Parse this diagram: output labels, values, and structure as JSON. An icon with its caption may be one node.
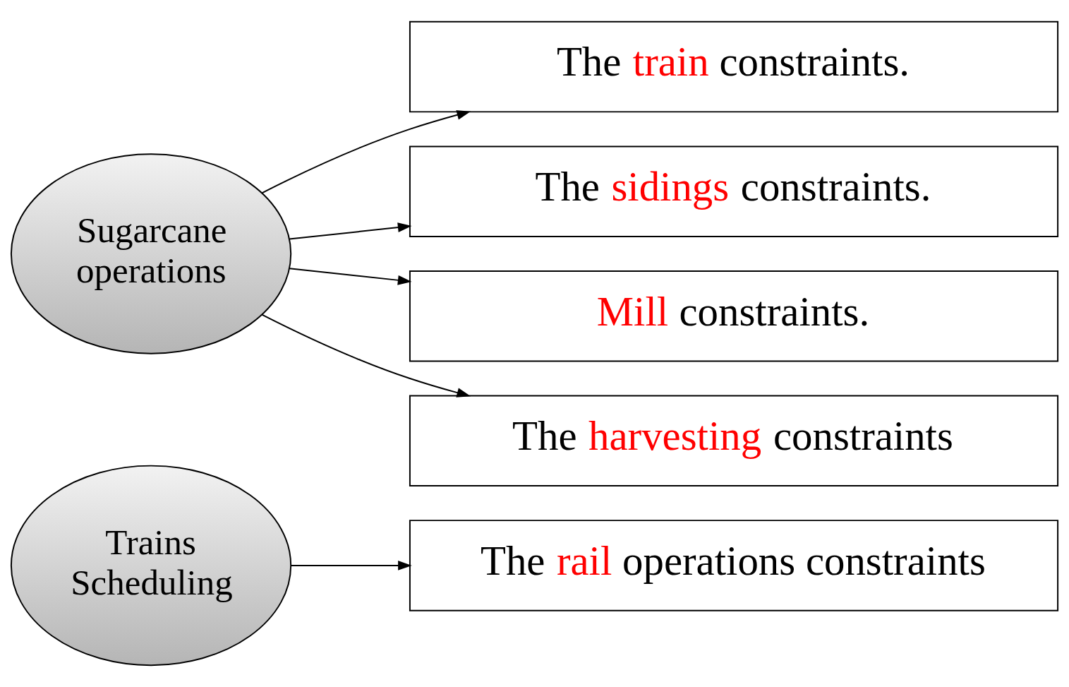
{
  "diagram": {
    "nodes": [
      {
        "text": [
          "Trains Scheduling"
        ]
      },
      {
        "text": [
          "The rail operations constraints"
        ]
      },
      {
        "text": [
          "Sugarcane operations"
        ]
      },
      {
        "text": [
          "The train constraints."
        ]
      },
      {
        "text": [
          "The sidings constraints."
        ]
      },
      {
        "text": [
          "Mill constraints."
        ]
      },
      {
        "text": [
          "The harvesting constraints"
        ]
      }
    ],
    "edges": [
      {
        "from": 0,
        "to": 1,
        "arrow": "to"
      },
      {
        "from": 2,
        "to": 3,
        "arrow": "to"
      },
      {
        "from": 2,
        "to": 4,
        "arrow": "to"
      },
      {
        "from": 2,
        "to": 5,
        "arrow": "to"
      },
      {
        "from": 2,
        "to": 6,
        "arrow": "to"
      }
    ]
  }
}
